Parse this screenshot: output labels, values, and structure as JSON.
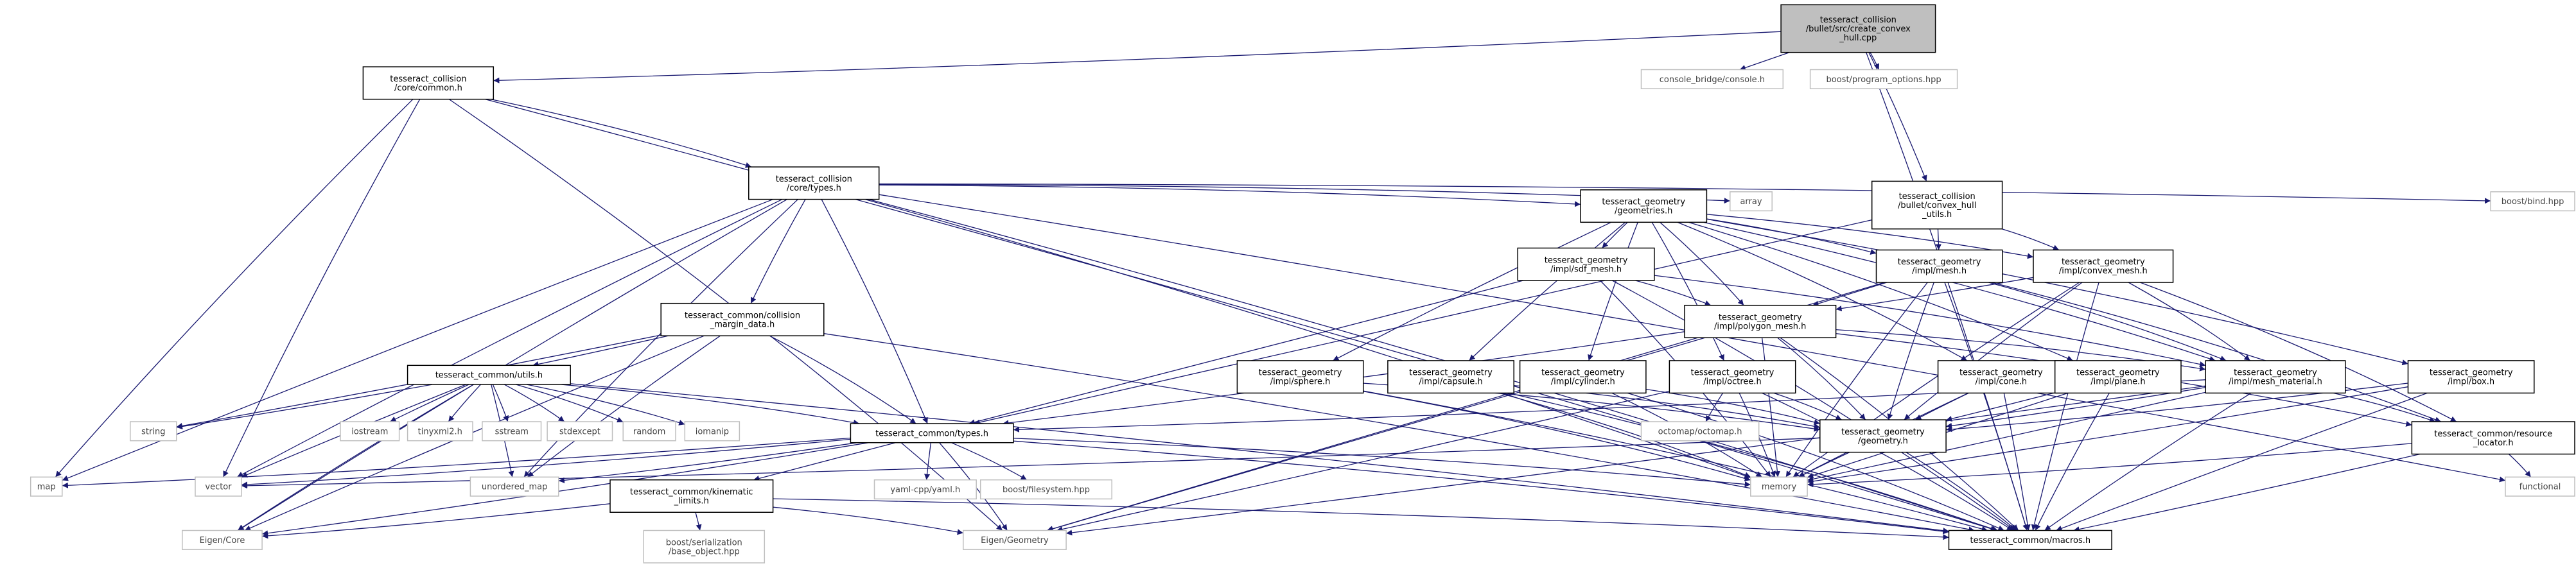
{
  "colors": {
    "edge": "#191970",
    "focus_fill": "#bfbfbf",
    "doc_border": "#000000",
    "ext_border": "#bfbfbf",
    "text": "#000000"
  },
  "nodes": [
    {
      "id": "create_convex_hull",
      "kind": "focus",
      "lines": [
        "tesseract_collision",
        "/bullet/src/create_convex",
        "_hull.cpp"
      ]
    },
    {
      "id": "collision_common",
      "kind": "doc",
      "lines": [
        "tesseract_collision",
        "/core/common.h"
      ]
    },
    {
      "id": "console_bridge",
      "kind": "ext",
      "lines": [
        "console_bridge/console.h"
      ]
    },
    {
      "id": "program_options",
      "kind": "ext",
      "lines": [
        "boost/program_options.hpp"
      ]
    },
    {
      "id": "collision_types",
      "kind": "doc",
      "lines": [
        "tesseract_collision",
        "/core/types.h"
      ]
    },
    {
      "id": "convex_hull_utils",
      "kind": "doc",
      "lines": [
        "tesseract_collision",
        "/bullet/convex_hull",
        "_utils.h"
      ]
    },
    {
      "id": "geometries",
      "kind": "doc",
      "lines": [
        "tesseract_geometry",
        "/geometries.h"
      ]
    },
    {
      "id": "array",
      "kind": "ext",
      "lines": [
        "array"
      ]
    },
    {
      "id": "boost_bind",
      "kind": "ext",
      "lines": [
        "boost/bind.hpp"
      ]
    },
    {
      "id": "sdf_mesh",
      "kind": "doc",
      "lines": [
        "tesseract_geometry",
        "/impl/sdf_mesh.h"
      ]
    },
    {
      "id": "mesh",
      "kind": "doc",
      "lines": [
        "tesseract_geometry",
        "/impl/mesh.h"
      ]
    },
    {
      "id": "convex_mesh",
      "kind": "doc",
      "lines": [
        "tesseract_geometry",
        "/impl/convex_mesh.h"
      ]
    },
    {
      "id": "collision_margin_data",
      "kind": "doc",
      "lines": [
        "tesseract_common/collision",
        "_margin_data.h"
      ]
    },
    {
      "id": "polygon_mesh",
      "kind": "doc",
      "lines": [
        "tesseract_geometry",
        "/impl/polygon_mesh.h"
      ]
    },
    {
      "id": "common_utils",
      "kind": "doc",
      "lines": [
        "tesseract_common/utils.h"
      ]
    },
    {
      "id": "sphere",
      "kind": "doc",
      "lines": [
        "tesseract_geometry",
        "/impl/sphere.h"
      ]
    },
    {
      "id": "capsule",
      "kind": "doc",
      "lines": [
        "tesseract_geometry",
        "/impl/capsule.h"
      ]
    },
    {
      "id": "cylinder",
      "kind": "doc",
      "lines": [
        "tesseract_geometry",
        "/impl/cylinder.h"
      ]
    },
    {
      "id": "octree",
      "kind": "doc",
      "lines": [
        "tesseract_geometry",
        "/impl/octree.h"
      ]
    },
    {
      "id": "cone",
      "kind": "doc",
      "lines": [
        "tesseract_geometry",
        "/impl/cone.h"
      ]
    },
    {
      "id": "plane",
      "kind": "doc",
      "lines": [
        "tesseract_geometry",
        "/impl/plane.h"
      ]
    },
    {
      "id": "mesh_material",
      "kind": "doc",
      "lines": [
        "tesseract_geometry",
        "/impl/mesh_material.h"
      ]
    },
    {
      "id": "box",
      "kind": "doc",
      "lines": [
        "tesseract_geometry",
        "/impl/box.h"
      ]
    },
    {
      "id": "string",
      "kind": "ext",
      "lines": [
        "string"
      ]
    },
    {
      "id": "iostream",
      "kind": "ext",
      "lines": [
        "iostream"
      ]
    },
    {
      "id": "tinyxml2",
      "kind": "ext",
      "lines": [
        "tinyxml2.h"
      ]
    },
    {
      "id": "sstream",
      "kind": "ext",
      "lines": [
        "sstream"
      ]
    },
    {
      "id": "stdexcept",
      "kind": "ext",
      "lines": [
        "stdexcept"
      ]
    },
    {
      "id": "random",
      "kind": "ext",
      "lines": [
        "random"
      ]
    },
    {
      "id": "iomanip",
      "kind": "ext",
      "lines": [
        "iomanip"
      ]
    },
    {
      "id": "common_types",
      "kind": "doc",
      "lines": [
        "tesseract_common/types.h"
      ]
    },
    {
      "id": "octomap",
      "kind": "ext",
      "lines": [
        "octomap/octomap.h"
      ]
    },
    {
      "id": "geometry",
      "kind": "doc",
      "lines": [
        "tesseract_geometry",
        "/geometry.h"
      ]
    },
    {
      "id": "resource_locator",
      "kind": "doc",
      "lines": [
        "tesseract_common/resource",
        "_locator.h"
      ]
    },
    {
      "id": "map",
      "kind": "ext",
      "lines": [
        "map"
      ]
    },
    {
      "id": "vector",
      "kind": "ext",
      "lines": [
        "vector"
      ]
    },
    {
      "id": "unordered_map",
      "kind": "ext",
      "lines": [
        "unordered_map"
      ]
    },
    {
      "id": "memory",
      "kind": "ext",
      "lines": [
        "memory"
      ]
    },
    {
      "id": "functional",
      "kind": "ext",
      "lines": [
        "functional"
      ]
    },
    {
      "id": "kinematic_limits",
      "kind": "doc",
      "lines": [
        "tesseract_common/kinematic",
        "_limits.h"
      ]
    },
    {
      "id": "yaml_cpp",
      "kind": "ext",
      "lines": [
        "yaml-cpp/yaml.h"
      ]
    },
    {
      "id": "boost_filesystem",
      "kind": "ext",
      "lines": [
        "boost/filesystem.hpp"
      ]
    },
    {
      "id": "eigen_core",
      "kind": "ext",
      "lines": [
        "Eigen/Core"
      ]
    },
    {
      "id": "serialization",
      "kind": "ext",
      "lines": [
        "boost/serialization",
        "/base_object.hpp"
      ]
    },
    {
      "id": "eigen_geometry",
      "kind": "ext",
      "lines": [
        "Eigen/Geometry"
      ]
    },
    {
      "id": "macros",
      "kind": "doc",
      "lines": [
        "tesseract_common/macros.h"
      ]
    }
  ],
  "edges": [
    [
      "create_convex_hull",
      "collision_common"
    ],
    [
      "create_convex_hull",
      "console_bridge"
    ],
    [
      "create_convex_hull",
      "program_options"
    ],
    [
      "create_convex_hull",
      "convex_hull_utils"
    ],
    [
      "create_convex_hull",
      "macros"
    ],
    [
      "collision_common",
      "collision_types"
    ],
    [
      "collision_common",
      "map"
    ],
    [
      "collision_common",
      "vector"
    ],
    [
      "collision_common",
      "macros"
    ],
    [
      "collision_common",
      "eigen_geometry"
    ],
    [
      "collision_types",
      "geometries"
    ],
    [
      "collision_types",
      "array"
    ],
    [
      "collision_types",
      "boost_bind"
    ],
    [
      "collision_types",
      "collision_margin_data"
    ],
    [
      "collision_types",
      "common_types"
    ],
    [
      "collision_types",
      "functional"
    ],
    [
      "collision_types",
      "memory"
    ],
    [
      "collision_types",
      "unordered_map"
    ],
    [
      "collision_types",
      "map"
    ],
    [
      "collision_types",
      "vector"
    ],
    [
      "collision_types",
      "eigen_core"
    ],
    [
      "collision_types",
      "macros"
    ],
    [
      "convex_hull_utils",
      "mesh"
    ],
    [
      "convex_hull_utils",
      "convex_mesh"
    ],
    [
      "convex_hull_utils",
      "common_types"
    ],
    [
      "geometries",
      "sdf_mesh"
    ],
    [
      "geometries",
      "mesh"
    ],
    [
      "geometries",
      "convex_mesh"
    ],
    [
      "geometries",
      "polygon_mesh"
    ],
    [
      "geometries",
      "sphere"
    ],
    [
      "geometries",
      "capsule"
    ],
    [
      "geometries",
      "cylinder"
    ],
    [
      "geometries",
      "octree"
    ],
    [
      "geometries",
      "cone"
    ],
    [
      "geometries",
      "plane"
    ],
    [
      "geometries",
      "mesh_material"
    ],
    [
      "geometries",
      "box"
    ],
    [
      "sdf_mesh",
      "polygon_mesh"
    ],
    [
      "sdf_mesh",
      "mesh_material"
    ],
    [
      "sdf_mesh",
      "common_types"
    ],
    [
      "sdf_mesh",
      "memory"
    ],
    [
      "sdf_mesh",
      "macros"
    ],
    [
      "mesh",
      "polygon_mesh"
    ],
    [
      "mesh",
      "mesh_material"
    ],
    [
      "mesh",
      "resource_locator"
    ],
    [
      "mesh",
      "geometry"
    ],
    [
      "mesh",
      "memory"
    ],
    [
      "mesh",
      "eigen_geometry"
    ],
    [
      "mesh",
      "macros"
    ],
    [
      "convex_mesh",
      "polygon_mesh"
    ],
    [
      "convex_mesh",
      "mesh_material"
    ],
    [
      "convex_mesh",
      "resource_locator"
    ],
    [
      "convex_mesh",
      "geometry"
    ],
    [
      "convex_mesh",
      "memory"
    ],
    [
      "convex_mesh",
      "macros"
    ],
    [
      "collision_margin_data",
      "common_utils"
    ],
    [
      "collision_margin_data",
      "common_types"
    ],
    [
      "collision_margin_data",
      "string"
    ],
    [
      "collision_margin_data",
      "unordered_map"
    ],
    [
      "collision_margin_data",
      "eigen_core"
    ],
    [
      "collision_margin_data",
      "macros"
    ],
    [
      "polygon_mesh",
      "mesh_material"
    ],
    [
      "polygon_mesh",
      "resource_locator"
    ],
    [
      "polygon_mesh",
      "common_types"
    ],
    [
      "polygon_mesh",
      "geometry"
    ],
    [
      "polygon_mesh",
      "memory"
    ],
    [
      "polygon_mesh",
      "eigen_geometry"
    ],
    [
      "polygon_mesh",
      "macros"
    ],
    [
      "common_utils",
      "string"
    ],
    [
      "common_utils",
      "iostream"
    ],
    [
      "common_utils",
      "tinyxml2"
    ],
    [
      "common_utils",
      "sstream"
    ],
    [
      "common_utils",
      "stdexcept"
    ],
    [
      "common_utils",
      "random"
    ],
    [
      "common_utils",
      "iomanip"
    ],
    [
      "common_utils",
      "common_types"
    ],
    [
      "common_utils",
      "vector"
    ],
    [
      "common_utils",
      "eigen_core"
    ],
    [
      "common_utils",
      "unordered_map"
    ],
    [
      "common_utils",
      "macros"
    ],
    [
      "sphere",
      "geometry"
    ],
    [
      "sphere",
      "memory"
    ],
    [
      "sphere",
      "macros"
    ],
    [
      "capsule",
      "geometry"
    ],
    [
      "capsule",
      "memory"
    ],
    [
      "capsule",
      "macros"
    ],
    [
      "cylinder",
      "geometry"
    ],
    [
      "cylinder",
      "memory"
    ],
    [
      "cylinder",
      "macros"
    ],
    [
      "octree",
      "octomap"
    ],
    [
      "octree",
      "geometry"
    ],
    [
      "octree",
      "memory"
    ],
    [
      "octree",
      "eigen_geometry"
    ],
    [
      "octree",
      "macros"
    ],
    [
      "cone",
      "geometry"
    ],
    [
      "cone",
      "memory"
    ],
    [
      "cone",
      "macros"
    ],
    [
      "plane",
      "geometry"
    ],
    [
      "plane",
      "memory"
    ],
    [
      "plane",
      "macros"
    ],
    [
      "mesh_material",
      "resource_locator"
    ],
    [
      "mesh_material",
      "common_types"
    ],
    [
      "mesh_material",
      "geometry"
    ],
    [
      "mesh_material",
      "memory"
    ],
    [
      "mesh_material",
      "eigen_geometry"
    ],
    [
      "mesh_material",
      "macros"
    ],
    [
      "box",
      "geometry"
    ],
    [
      "box",
      "memory"
    ],
    [
      "box",
      "macros"
    ],
    [
      "common_types",
      "kinematic_limits"
    ],
    [
      "common_types",
      "yaml_cpp"
    ],
    [
      "common_types",
      "boost_filesystem"
    ],
    [
      "common_types",
      "map"
    ],
    [
      "common_types",
      "vector"
    ],
    [
      "common_types",
      "unordered_map"
    ],
    [
      "common_types",
      "memory"
    ],
    [
      "common_types",
      "eigen_geometry"
    ],
    [
      "common_types",
      "eigen_core"
    ],
    [
      "common_types",
      "macros"
    ],
    [
      "geometry",
      "memory"
    ],
    [
      "geometry",
      "macros"
    ],
    [
      "geometry",
      "vector"
    ],
    [
      "resource_locator",
      "memory"
    ],
    [
      "resource_locator",
      "functional"
    ],
    [
      "resource_locator",
      "macros"
    ],
    [
      "kinematic_limits",
      "eigen_core"
    ],
    [
      "kinematic_limits",
      "serialization"
    ],
    [
      "kinematic_limits",
      "eigen_geometry"
    ],
    [
      "kinematic_limits",
      "macros"
    ]
  ]
}
